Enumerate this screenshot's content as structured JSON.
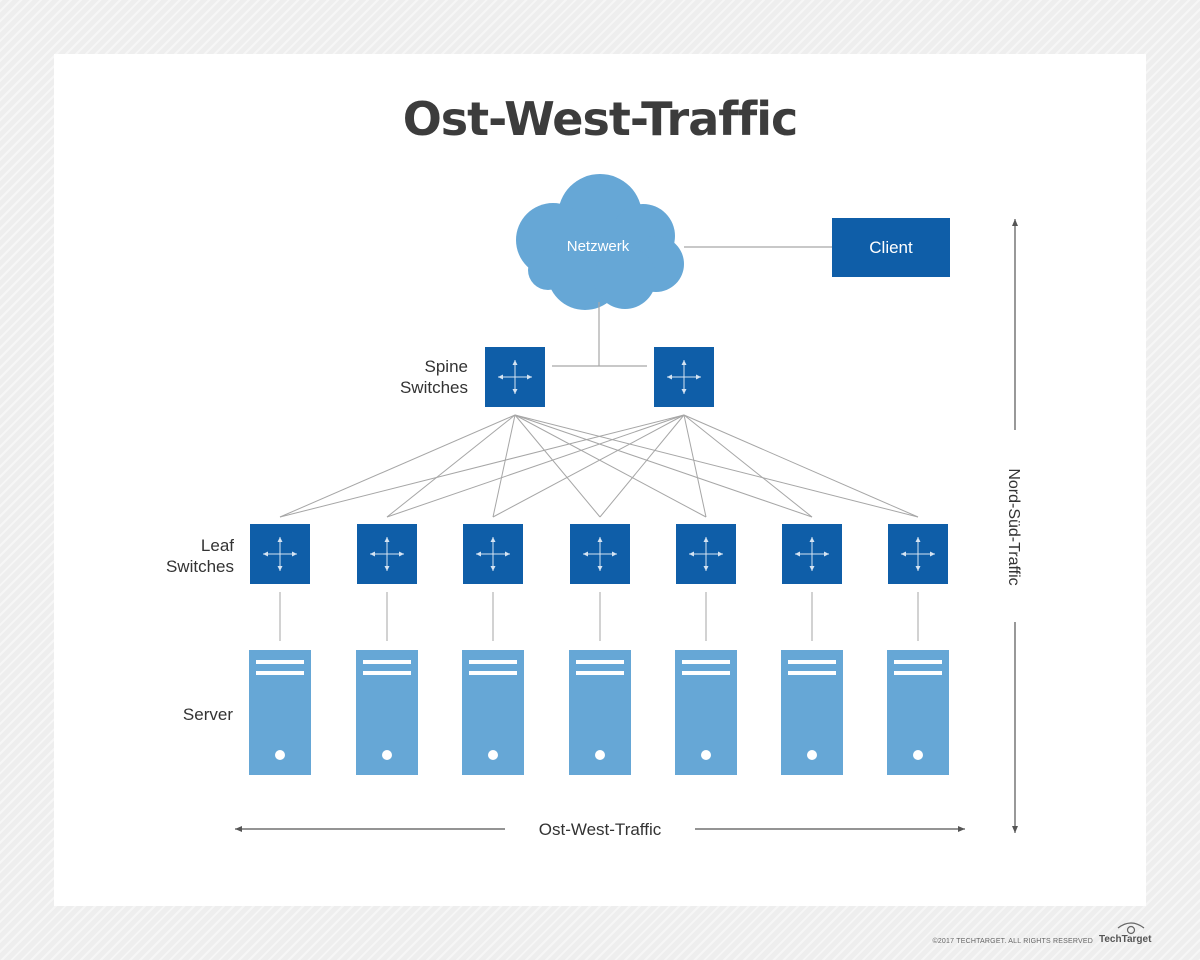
{
  "title": "Ost-West-Traffic",
  "nodes": {
    "network_label": "Netzwerk",
    "client_label": "Client"
  },
  "layers": {
    "spine_label_line1": "Spine",
    "spine_label_line2": "Switches",
    "leaf_label_line1": "Leaf",
    "leaf_label_line2": "Switches",
    "server_label": "Server"
  },
  "counts": {
    "spine_switches": 2,
    "leaf_switches": 7,
    "servers": 7
  },
  "axes": {
    "east_west_label": "Ost-West-Traffic",
    "north_south_label": "Nord-Süd-Traffic"
  },
  "footer": {
    "copyright": "©2017 TECHTARGET. ALL RIGHTS RESERVED",
    "brand": "TechTarget"
  },
  "colors": {
    "switch": "#0f5ea8",
    "server": "#66a7d6",
    "cloud": "#66a7d6",
    "line": "#a6a6a6",
    "arrow": "#555555"
  }
}
